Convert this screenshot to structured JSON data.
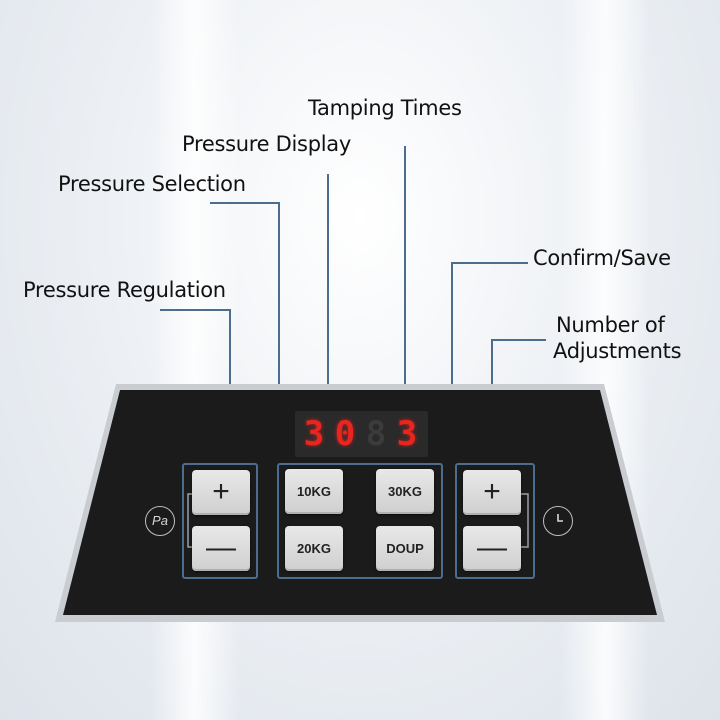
{
  "labels": {
    "tamping_times": "Tamping Times",
    "pressure_display": "Pressure Display",
    "pressure_selection": "Pressure Selection",
    "pressure_regulation": "Pressure Regulation",
    "confirm_save": "Confirm/Save",
    "number_of_adjustments_line1": "Number of",
    "number_of_adjustments_line2": "Adjustments"
  },
  "display": {
    "digits": [
      "3",
      "0",
      "8",
      "3"
    ],
    "lit": [
      true,
      true,
      false,
      true
    ]
  },
  "buttons": {
    "pressure_plus": "+",
    "pressure_minus": "—",
    "kg10": "10KG",
    "kg30": "30KG",
    "kg20": "20KG",
    "doup": "DOUP",
    "adjust_plus": "+",
    "adjust_minus": "—"
  },
  "icons": {
    "pa": "Pa",
    "clock": "clock-icon"
  },
  "colors": {
    "panel": "#1b1b1b",
    "led_red": "#e8251f",
    "leader_line": "#4c6d8e"
  }
}
